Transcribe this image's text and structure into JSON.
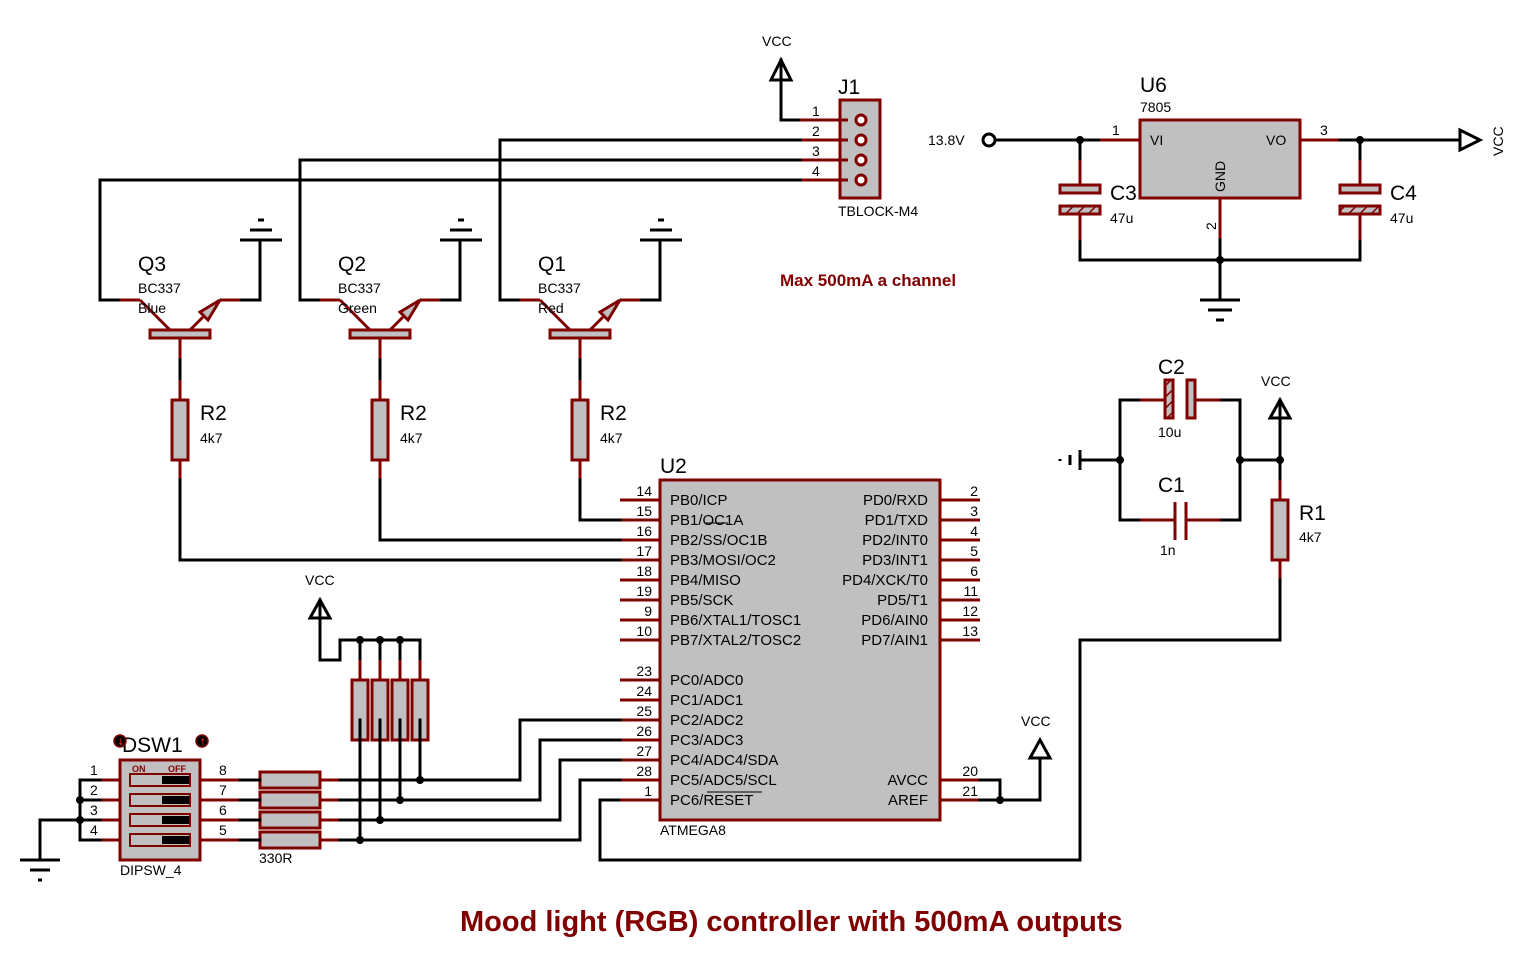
{
  "title": "Mood light (RGB) controller with 500mA outputs",
  "note": "Max 500mA a channel",
  "power_labels": {
    "vcc": "VCC",
    "input_voltage": "13.8V"
  },
  "j1": {
    "ref": "J1",
    "value": "TBLOCK-M4",
    "pins": [
      "1",
      "2",
      "3",
      "4"
    ]
  },
  "transistors": [
    {
      "ref": "Q3",
      "part": "BC337",
      "label": "Blue"
    },
    {
      "ref": "Q2",
      "part": "BC337",
      "label": "Green"
    },
    {
      "ref": "Q1",
      "part": "BC337",
      "label": "Red"
    }
  ],
  "base_resistors": [
    {
      "ref": "R2",
      "value": "4k7"
    },
    {
      "ref": "R2",
      "value": "4k7"
    },
    {
      "ref": "R2",
      "value": "4k7"
    }
  ],
  "u6": {
    "ref": "U6",
    "value": "7805",
    "pin_vi": "VI",
    "pin_vo": "VO",
    "pin_gnd": "GND",
    "pin1": "1",
    "pin2": "2",
    "pin3": "3"
  },
  "c3": {
    "ref": "C3",
    "value": "47u"
  },
  "c4": {
    "ref": "C4",
    "value": "47u"
  },
  "c2": {
    "ref": "C2",
    "value": "10u"
  },
  "c1": {
    "ref": "C1",
    "value": "1n"
  },
  "r1": {
    "ref": "R1",
    "value": "4k7"
  },
  "u2": {
    "ref": "U2",
    "value": "ATMEGA8",
    "left_pins": [
      {
        "num": "14",
        "name": "PB0/ICP"
      },
      {
        "num": "15",
        "name": "PB1/OC1A"
      },
      {
        "num": "16",
        "name": "PB2/SS/OC1B"
      },
      {
        "num": "17",
        "name": "PB3/MOSI/OC2"
      },
      {
        "num": "18",
        "name": "PB4/MISO"
      },
      {
        "num": "19",
        "name": "PB5/SCK"
      },
      {
        "num": "9",
        "name": "PB6/XTAL1/TOSC1"
      },
      {
        "num": "10",
        "name": "PB7/XTAL2/TOSC2"
      },
      {
        "num": "23",
        "name": "PC0/ADC0"
      },
      {
        "num": "24",
        "name": "PC1/ADC1"
      },
      {
        "num": "25",
        "name": "PC2/ADC2"
      },
      {
        "num": "26",
        "name": "PC3/ADC3"
      },
      {
        "num": "27",
        "name": "PC4/ADC4/SDA"
      },
      {
        "num": "28",
        "name": "PC5/ADC5/SCL"
      },
      {
        "num": "1",
        "name": "PC6/RESET"
      }
    ],
    "right_pins": [
      {
        "num": "2",
        "name": "PD0/RXD"
      },
      {
        "num": "3",
        "name": "PD1/TXD"
      },
      {
        "num": "4",
        "name": "PD2/INT0"
      },
      {
        "num": "5",
        "name": "PD3/INT1"
      },
      {
        "num": "6",
        "name": "PD4/XCK/T0"
      },
      {
        "num": "11",
        "name": "PD5/T1"
      },
      {
        "num": "12",
        "name": "PD6/AIN0"
      },
      {
        "num": "13",
        "name": "PD7/AIN1"
      },
      {
        "num": "20",
        "name": "AVCC"
      },
      {
        "num": "21",
        "name": "AREF"
      }
    ]
  },
  "dsw1": {
    "ref": "DSW1",
    "value": "DIPSW_4",
    "on_label": "ON",
    "off_label": "OFF",
    "left_pins": [
      "1",
      "2",
      "3",
      "4"
    ],
    "right_pins": [
      "8",
      "7",
      "6",
      "5"
    ],
    "switch_states": [
      "off",
      "off",
      "off",
      "off"
    ]
  },
  "rpack": {
    "value": "330R"
  },
  "colors": {
    "wire": "#000000",
    "pin": "#800000",
    "body": "#c0c0c0",
    "accent_text": "#800000"
  }
}
